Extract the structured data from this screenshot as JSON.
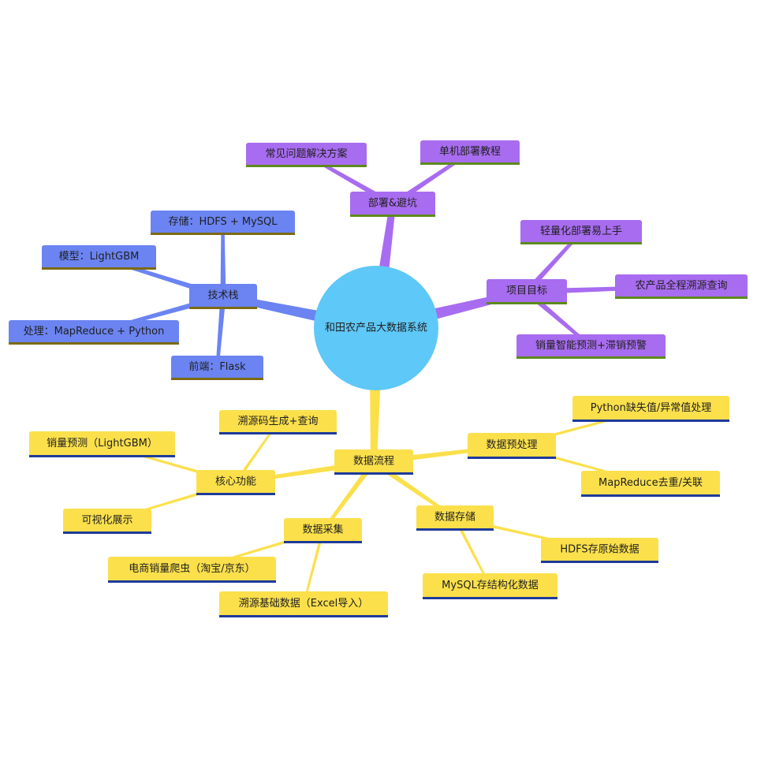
{
  "root": {
    "label": "和田农产品大数据系统",
    "color": "#5ec8f8"
  },
  "branches": [
    {
      "id": "deploy",
      "label": "部署&避坑",
      "color": "#a86cf0",
      "edge": "#5d8a1e",
      "children": [
        {
          "label": "常见问题解决方案"
        },
        {
          "label": "单机部署教程"
        }
      ]
    },
    {
      "id": "goal",
      "label": "项目目标",
      "color": "#a86cf0",
      "edge": "#5d8a1e",
      "children": [
        {
          "label": "轻量化部署易上手"
        },
        {
          "label": "农产品全程溯源查询"
        },
        {
          "label": "销量智能预测+滞销预警"
        }
      ]
    },
    {
      "id": "tech",
      "label": "技术栈",
      "color": "#6b84f2",
      "edge": "#7c6a13",
      "children": [
        {
          "label": "存储：HDFS + MySQL"
        },
        {
          "label": "模型：LightGBM"
        },
        {
          "label": "处理：MapReduce + Python"
        },
        {
          "label": "前端：Flask"
        }
      ]
    },
    {
      "id": "flow",
      "label": "数据流程",
      "color": "#fbe04c",
      "edge": "#1e3a9a",
      "children": [
        {
          "label": "核心功能",
          "children": [
            {
              "label": "溯源码生成+查询"
            },
            {
              "label": "销量预测（LightGBM）"
            },
            {
              "label": "可视化展示"
            }
          ]
        },
        {
          "label": "数据采集",
          "children": [
            {
              "label": "电商销量爬虫（淘宝/京东）"
            },
            {
              "label": "溯源基础数据（Excel导入）"
            }
          ]
        },
        {
          "label": "数据存储",
          "children": [
            {
              "label": "HDFS存原始数据"
            },
            {
              "label": "MySQL存结构化数据"
            }
          ]
        },
        {
          "label": "数据预处理",
          "children": [
            {
              "label": "Python缺失值/异常值处理"
            },
            {
              "label": "MapReduce去重/关联"
            }
          ]
        }
      ]
    }
  ]
}
